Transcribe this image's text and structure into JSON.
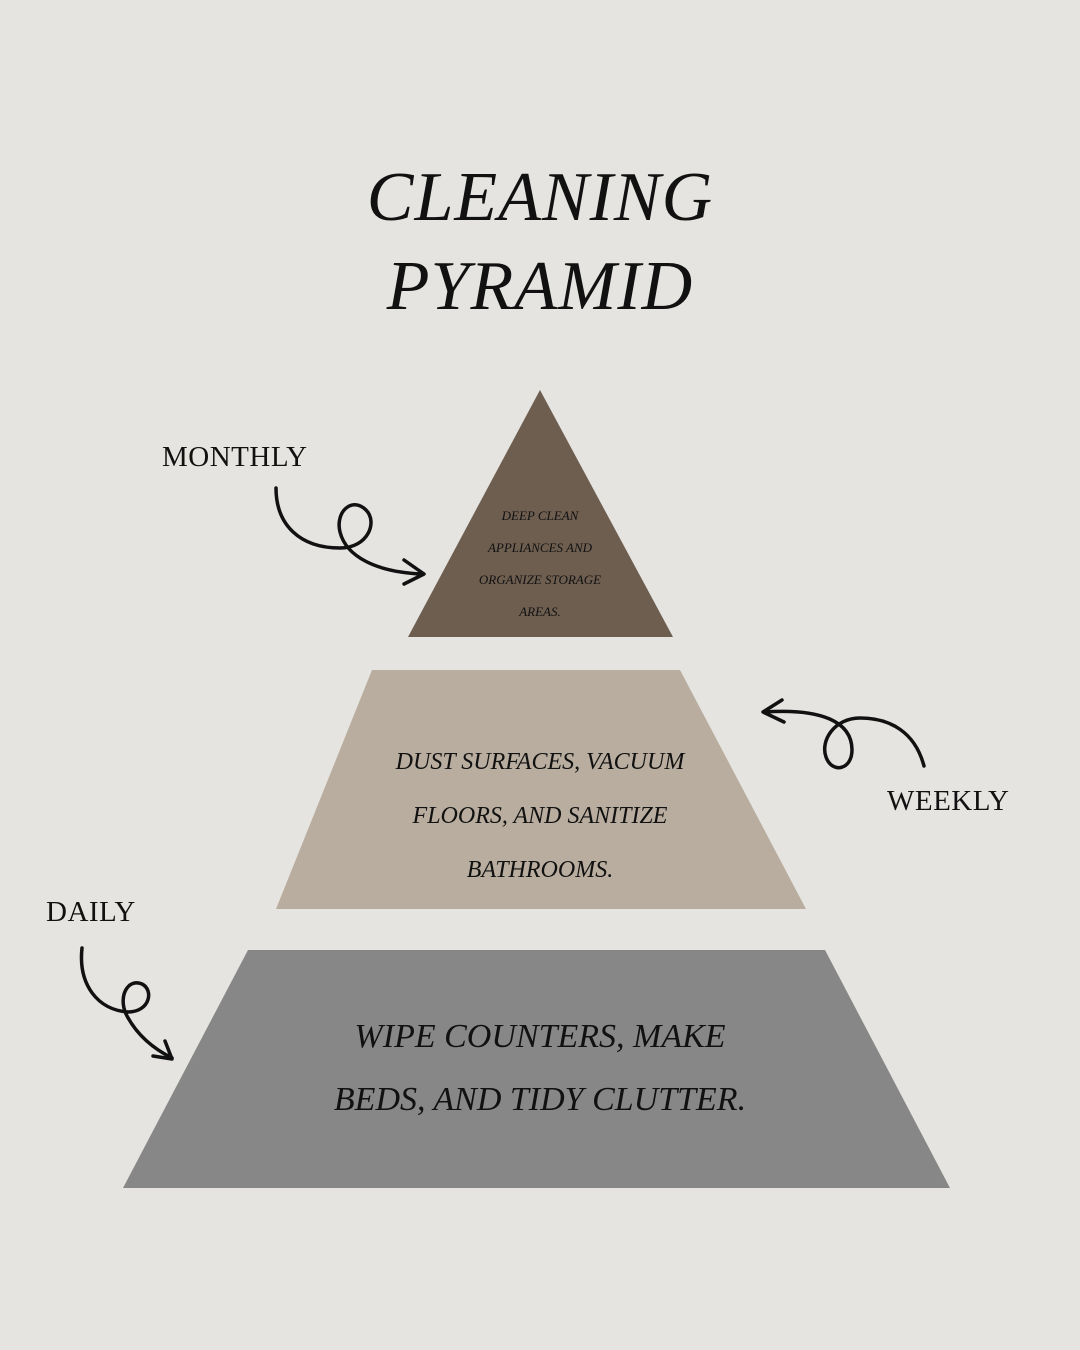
{
  "title": {
    "line1": "CLEANING",
    "line2": "PYRAMID"
  },
  "tiers": {
    "monthly": {
      "label": "MONTHLY",
      "lines": [
        "DEEP CLEAN",
        "APPLIANCES AND",
        "ORGANIZE STORAGE",
        "AREAS."
      ],
      "color": "#6e5e50"
    },
    "weekly": {
      "label": "WEEKLY",
      "lines": [
        "DUST SURFACES, VACUUM",
        "FLOORS, AND SANITIZE",
        "BATHROOMS."
      ],
      "color": "#b8ad9e"
    },
    "daily": {
      "label": "DAILY",
      "lines": [
        "WIPE COUNTERS, MAKE",
        "BEDS, AND TIDY CLUTTER."
      ],
      "color": "#878787"
    }
  },
  "background": "#e5e4e0"
}
